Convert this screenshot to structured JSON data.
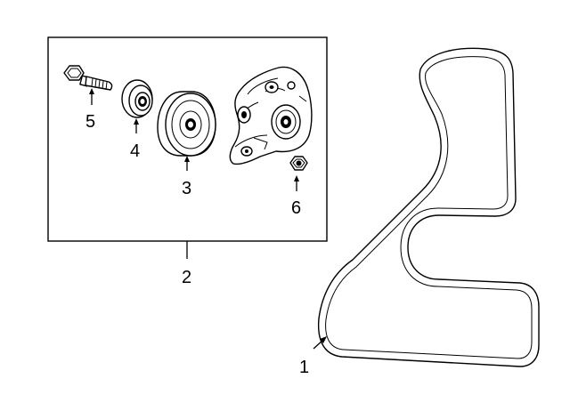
{
  "callouts": {
    "belt": "1",
    "tensioner_assembly": "2",
    "pulley": "3",
    "dust_cap": "4",
    "bolt": "5",
    "nut": "6"
  }
}
